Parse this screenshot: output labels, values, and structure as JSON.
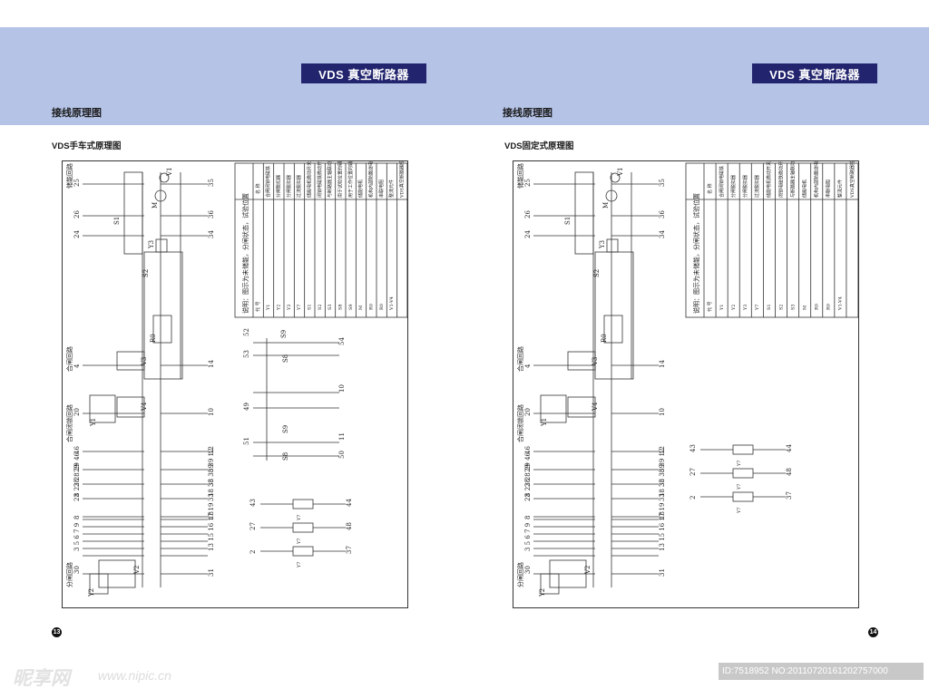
{
  "brand": "VDS 真空断路器",
  "section_title": "接线原理图",
  "left_page": {
    "diagram_title": "VDS手车式原理图",
    "page_number": "13",
    "legend_note": "说明：图示为未储能，分闸状态，试验位置",
    "legend_header": [
      "代 号",
      "名 称"
    ],
    "legend_rows": [
      [
        "Y1",
        "合闸闭锁电磁铁"
      ],
      [
        "Y2",
        "分闸脱扣器"
      ],
      [
        "Y3",
        "分闸脱扣器"
      ],
      [
        "Y7",
        "过流脱扣器"
      ],
      [
        "S1",
        "储能电机微动开关"
      ],
      [
        "S2",
        "闭锁电磁铁微动开关"
      ],
      [
        "S3",
        "与断路器主轴联动的辅助开关"
      ],
      [
        "S8",
        "用于试验位置的辅助开关"
      ],
      [
        "S9",
        "用于工作位置的辅助开关"
      ],
      [
        "M",
        "储能电机"
      ],
      [
        "R0",
        "机构内部防跳继电器"
      ],
      [
        "R0",
        "串联电阻"
      ],
      [
        "V1-V4",
        "整流元件"
      ],
      [
        "",
        "VDS真空断路器控制原理图"
      ]
    ]
  },
  "right_page": {
    "diagram_title": "VDS固定式原理图",
    "page_number": "14",
    "legend_note": "说明：图示为未储能，分闸状态，试验位置",
    "legend_header": [
      "代 号",
      "名 称"
    ],
    "legend_rows": [
      [
        "Y1",
        "合闸闭锁电磁铁"
      ],
      [
        "Y2",
        "分闸脱扣器"
      ],
      [
        "Y3",
        "分闸脱扣器"
      ],
      [
        "Y7",
        "过流脱扣器"
      ],
      [
        "S1",
        "储能电机微动开关"
      ],
      [
        "S2",
        "闭锁电磁铁微动开关"
      ],
      [
        "S3",
        "与断路器主轴联动的辅助开关"
      ],
      [
        "M",
        "储能电机"
      ],
      [
        "R0",
        "机构内部防跳继电器"
      ],
      [
        "R0",
        "串联电阻"
      ],
      [
        "V1-V4",
        "整流元件"
      ],
      [
        "",
        "VDS真空断路器控制原理图"
      ]
    ]
  },
  "circuit_labels": {
    "storage": "储能回路",
    "closing": "合闸回路",
    "closing_lock": "合闸闭锁回路",
    "opening": "分闸回路"
  },
  "left_terminals": [
    "25",
    "26",
    "24",
    "4",
    "20",
    "46",
    "29",
    "28",
    "23",
    "8",
    "9",
    "7",
    "6",
    "5",
    "3",
    "30"
  ],
  "left_terminals_bottom_row": "3 5 6 7 9",
  "left_terminals_row2": "8 23 28 29 46",
  "right_terminals": [
    "35",
    "36",
    "34",
    "14",
    "10",
    "12",
    "39",
    "38",
    "33",
    "18",
    "31"
  ],
  "right_terminals_row2": "18 33 38 39 12",
  "right_terminals_row1": "13 15 16 17 19",
  "aux_left_terminals": [
    "52",
    "54",
    "53",
    "10",
    "49",
    "11",
    "51",
    "50"
  ],
  "coil_rows": [
    {
      "in": "43",
      "coil": "Y7",
      "out": "44"
    },
    {
      "in": "27",
      "coil": "Y7",
      "out": "48"
    },
    {
      "in": "2",
      "coil": "Y7",
      "out": "37"
    }
  ],
  "component_labels": [
    "V1",
    "M",
    "S1",
    "Y3",
    "S2",
    "R0",
    "V3",
    "S9",
    "S8",
    "V4",
    "Y1",
    "V2",
    "Y2"
  ],
  "watermark": "昵享网",
  "watermark_url": "www.nipic.cn",
  "image_id": "ID:7518952 NO:20110720161202757000",
  "colors": {
    "band": "#b4c3e6",
    "brand_bg": "#22246e"
  }
}
